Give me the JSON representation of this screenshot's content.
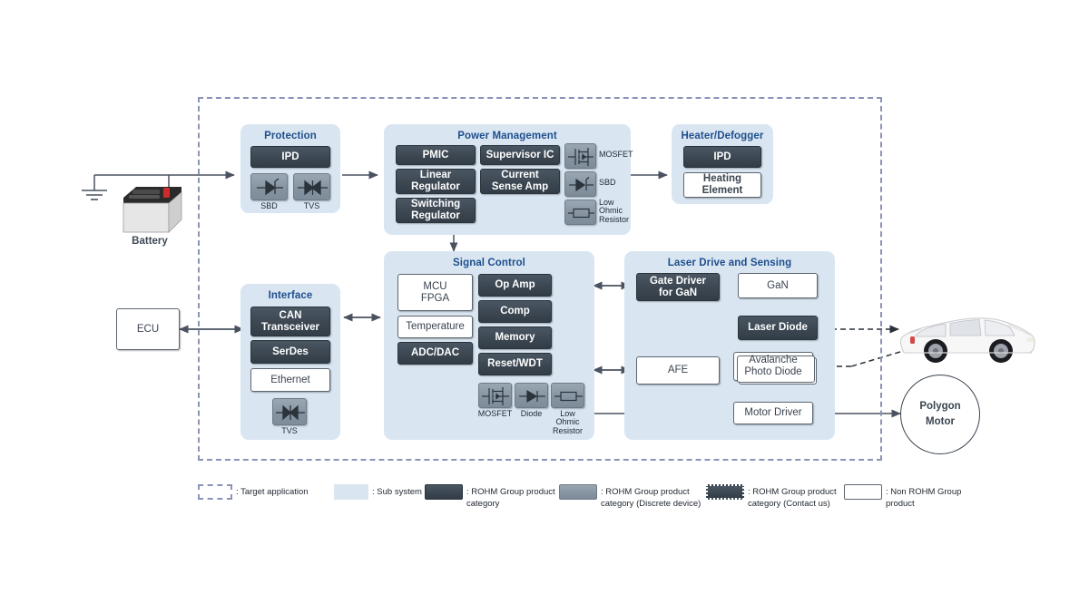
{
  "diagram": {
    "target_application_label": "Target application",
    "left": {
      "battery_label": "Battery",
      "ecu_label": "ECU"
    },
    "right": {
      "polygon_motor_label": "Polygon\nMotor",
      "vehicle_icon": "car-icon"
    },
    "blocks": [
      {
        "id": "protection",
        "title": "Protection",
        "items": [
          {
            "label": "IPD",
            "type": "rohm"
          }
        ],
        "discretes": [
          {
            "label": "SBD",
            "symbol": "diode-sbd-icon"
          },
          {
            "label": "TVS",
            "symbol": "diode-tvs-icon"
          }
        ]
      },
      {
        "id": "power-management",
        "title": "Power Management",
        "items": [
          {
            "label": "PMIC",
            "type": "rohm"
          },
          {
            "label": "Supervisor IC",
            "type": "rohm"
          },
          {
            "label": "Linear\nRegulator",
            "type": "rohm"
          },
          {
            "label": "Current\nSense Amp",
            "type": "rohm"
          },
          {
            "label": "Switching\nRegulator",
            "type": "rohm"
          }
        ],
        "discretes": [
          {
            "label": "MOSFET",
            "symbol": "mosfet-icon"
          },
          {
            "label": "SBD",
            "symbol": "diode-sbd-icon"
          },
          {
            "label": "Low\nOhmic\nResistor",
            "symbol": "resistor-icon"
          }
        ]
      },
      {
        "id": "heater-defogger",
        "title": "Heater/Defogger",
        "items": [
          {
            "label": "IPD",
            "type": "rohm"
          },
          {
            "label": "Heating\nElement",
            "type": "nonrohm"
          }
        ],
        "discretes": []
      },
      {
        "id": "interface",
        "title": "Interface",
        "items": [
          {
            "label": "CAN\nTransceiver",
            "type": "rohm"
          },
          {
            "label": "SerDes",
            "type": "rohm"
          },
          {
            "label": "Ethernet",
            "type": "nonrohm"
          }
        ],
        "discretes": [
          {
            "label": "TVS",
            "symbol": "diode-tvs-icon"
          }
        ]
      },
      {
        "id": "signal-control",
        "title": "Signal Control",
        "items": [
          {
            "label": "MCU\nFPGA",
            "type": "nonrohm"
          },
          {
            "label": "Op Amp",
            "type": "rohm"
          },
          {
            "label": "Temperature",
            "type": "nonrohm"
          },
          {
            "label": "Comp",
            "type": "rohm"
          },
          {
            "label": "ADC/DAC",
            "type": "rohm"
          },
          {
            "label": "Memory",
            "type": "rohm"
          },
          {
            "label": "Reset/WDT",
            "type": "rohm"
          }
        ],
        "discretes": [
          {
            "label": "MOSFET",
            "symbol": "mosfet-icon"
          },
          {
            "label": "Diode",
            "symbol": "diode-icon"
          },
          {
            "label": "Low\nOhmic\nResistor",
            "symbol": "resistor-icon"
          }
        ]
      },
      {
        "id": "laser-drive-and-sensing",
        "title": "Laser Drive and Sensing",
        "items": [
          {
            "label": "Gate Driver\nfor GaN",
            "type": "rohm"
          },
          {
            "label": "GaN",
            "type": "nonrohm"
          },
          {
            "label": "Laser Diode",
            "type": "rohm"
          },
          {
            "label": "AFE",
            "type": "nonrohm"
          },
          {
            "label": "Avalanche\nPhoto Diode",
            "type": "nonrohm"
          },
          {
            "label": "Motor Driver",
            "type": "nonrohm"
          }
        ],
        "discretes": []
      }
    ],
    "legend": [
      {
        "swatch": "dashed",
        "text": ": Target application"
      },
      {
        "swatch": "subsystem",
        "text": ": Sub system"
      },
      {
        "swatch": "rohm",
        "text": ": ROHM Group product\n  category"
      },
      {
        "swatch": "discrete",
        "text": ": ROHM Group product\n  category (Discrete device)"
      },
      {
        "swatch": "contact",
        "text": ": ROHM Group product\n  category (Contact us)"
      },
      {
        "swatch": "nonrohm",
        "text": ": Non ROHM Group\n  product"
      }
    ]
  },
  "labels": {
    "protection": "Protection",
    "power_management": "Power Management",
    "heater_defogger": "Heater/Defogger",
    "interface": "Interface",
    "signal_control": "Signal Control",
    "laser_drive": "Laser Drive and Sensing",
    "ipd": "IPD",
    "sbd": "SBD",
    "tvs": "TVS",
    "pmic": "PMIC",
    "supervisor_ic": "Supervisor IC",
    "linear_regulator": "Linear Regulator",
    "current_sense_amp": "Current Sense Amp",
    "switching_regulator": "Switching Regulator",
    "mosfet": "MOSFET",
    "low_ohmic_resistor": "Low Ohmic Resistor",
    "ipd2": "IPD",
    "heating_element": "Heating Element",
    "can_transceiver": "CAN Transceiver",
    "serdes": "SerDes",
    "ethernet": "Ethernet",
    "mcu_fpga": "MCU FPGA",
    "op_amp": "Op Amp",
    "temperature": "Temperature",
    "comp": "Comp",
    "adc_dac": "ADC/DAC",
    "memory": "Memory",
    "reset_wdt": "Reset/WDT",
    "diode": "Diode",
    "gate_driver_gan": "Gate Driver for GaN",
    "gan": "GaN",
    "laser_diode": "Laser Diode",
    "afe": "AFE",
    "avalanche_photo_diode": "Avalanche Photo Diode",
    "motor_driver": "Motor Driver",
    "battery": "Battery",
    "ecu": "ECU",
    "polygon_motor": "Polygon Motor"
  },
  "colors": {
    "subsystem_fill": "#d9e6f2",
    "subsystem_title": "#1f4e8c",
    "rohm_fill": "#3c4752",
    "discrete_fill": "#8593a1",
    "target_dash": "#8b93b8",
    "wire": "#4a5260",
    "nonrohm_border": "#5c6670"
  }
}
